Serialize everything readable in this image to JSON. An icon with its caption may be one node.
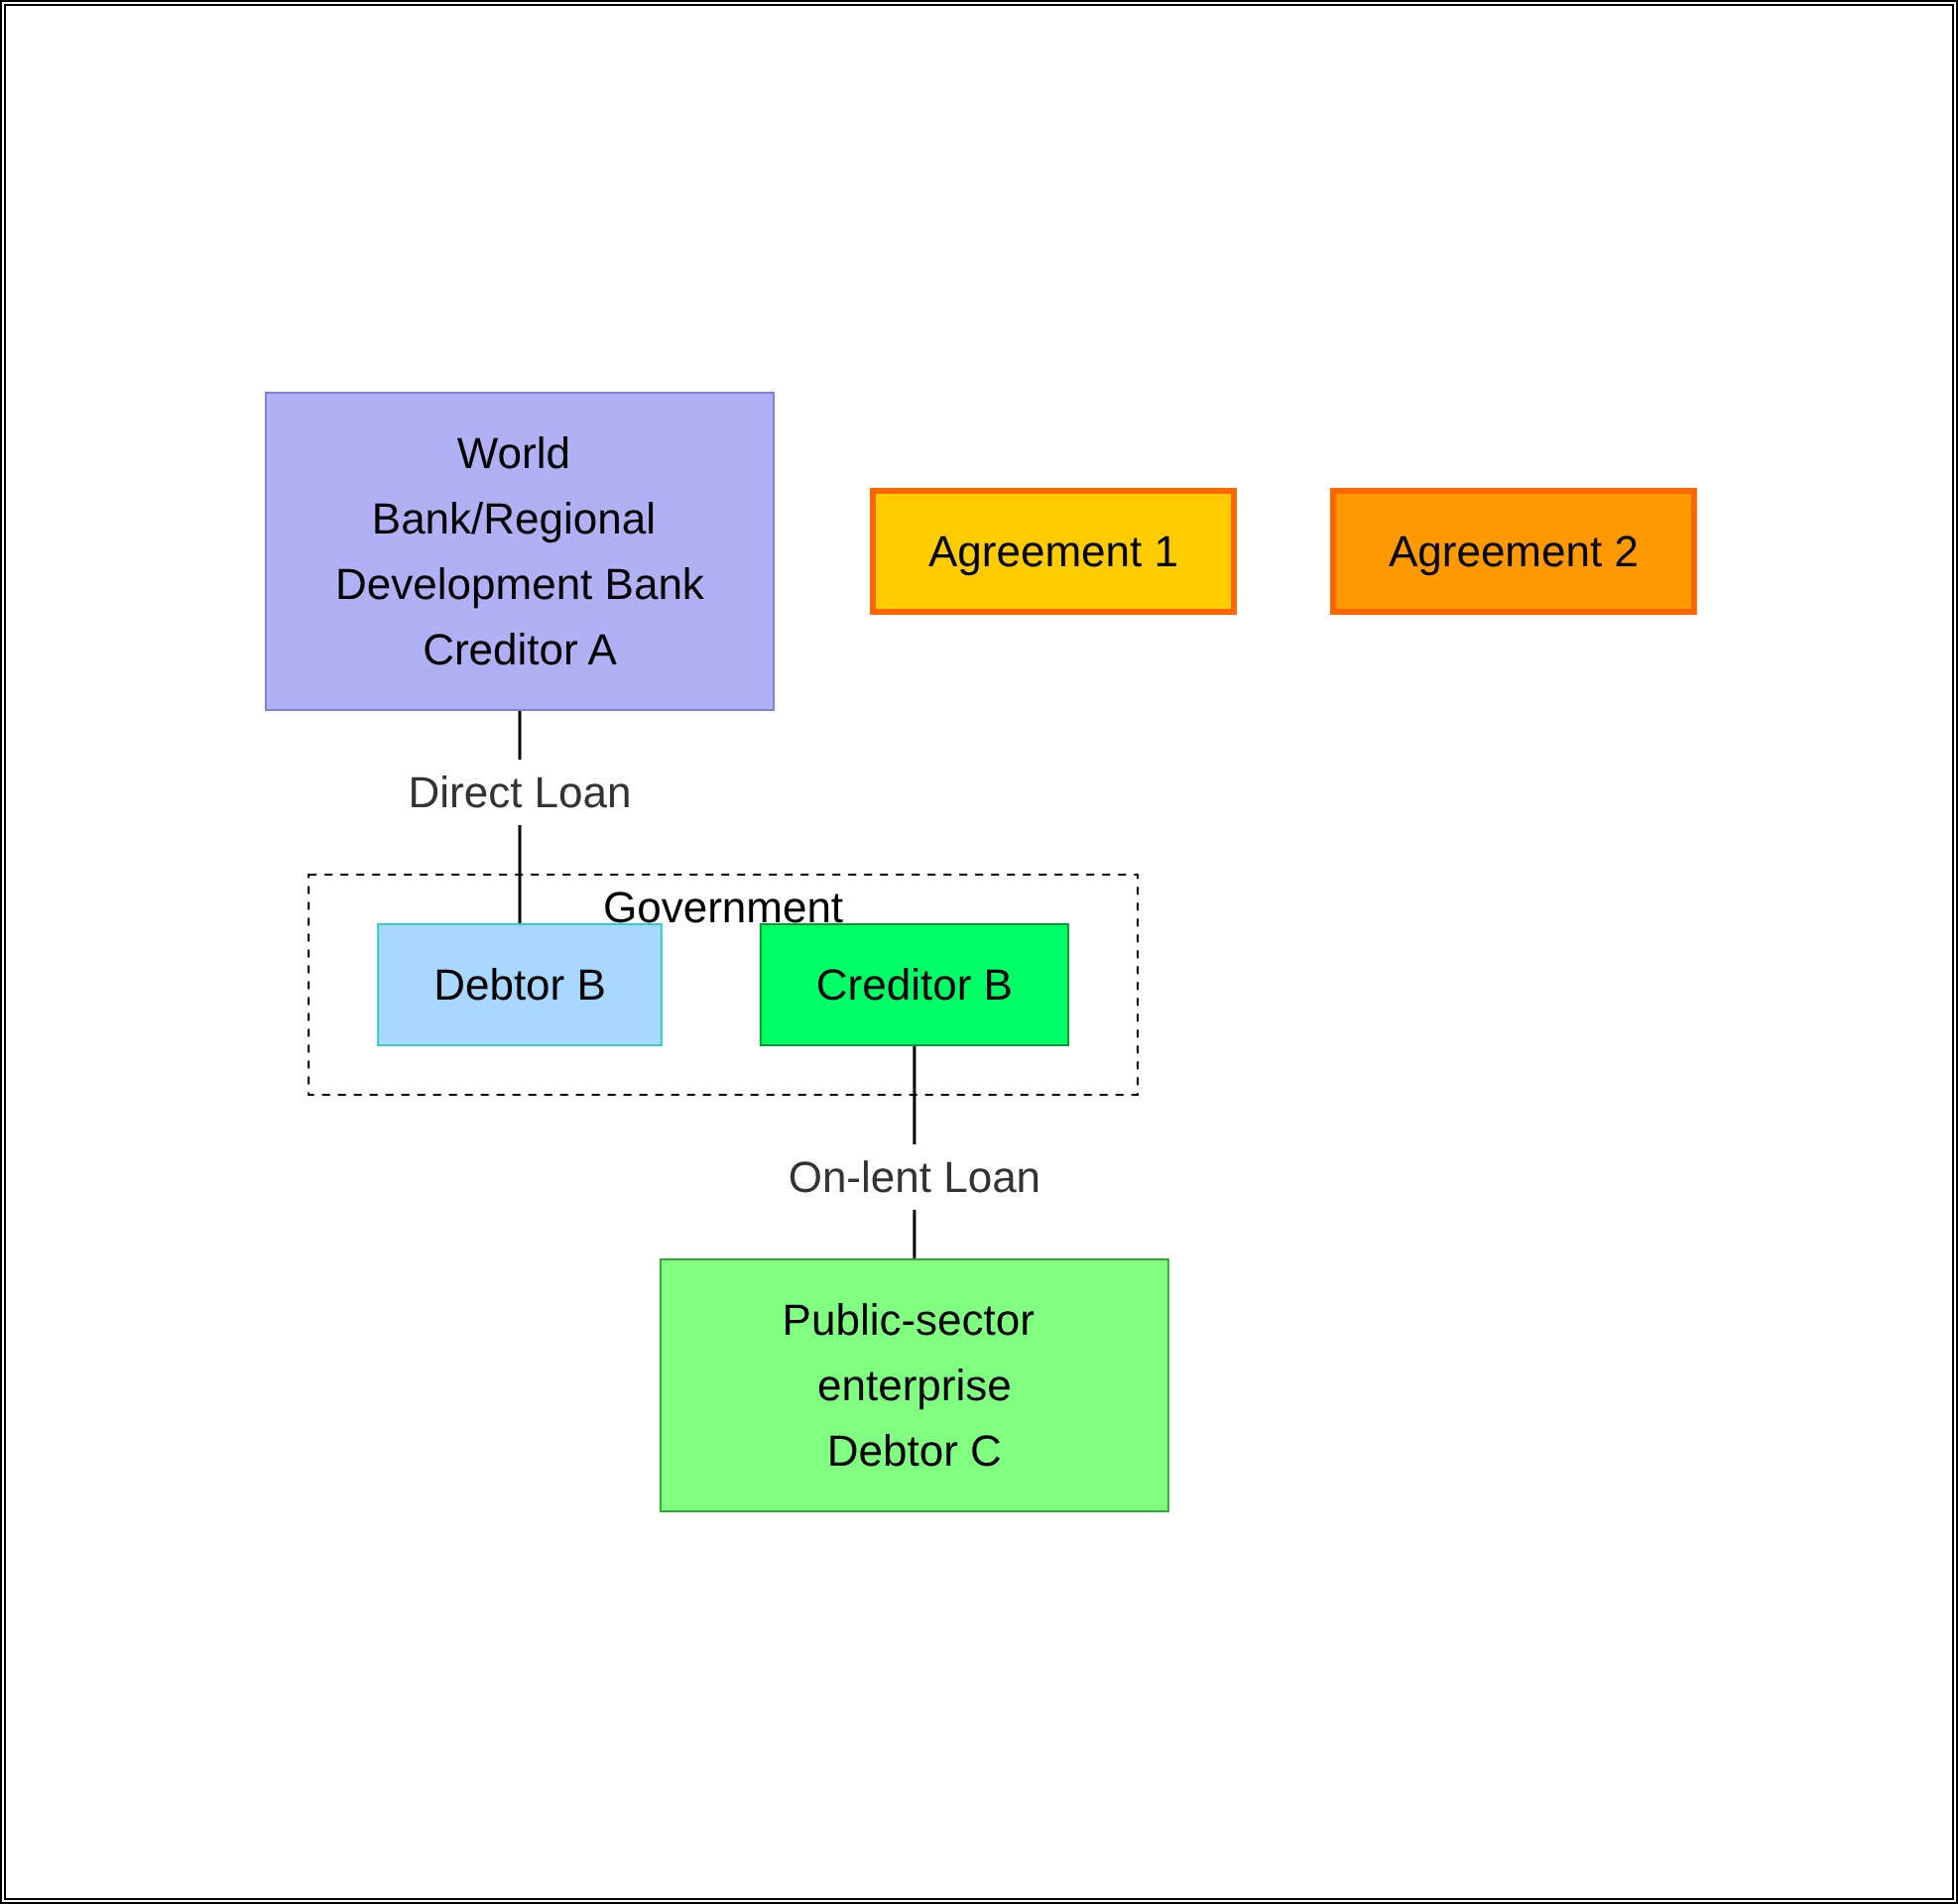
{
  "diagram": {
    "nodes": [
      {
        "text": [
          "World Bank/Regional Development Bank",
          "Creditor A"
        ]
      },
      {
        "text": [
          "Agreement 1"
        ]
      },
      {
        "text": [
          "Government"
        ]
      },
      {
        "text": [
          "Debtor B"
        ],
        "in": 2
      },
      {
        "text": [
          "Creditor B"
        ],
        "in": 2
      },
      {
        "text": [
          "Agreement 2"
        ]
      },
      {
        "text": [
          "Public-sector enterprise",
          "Debtor C"
        ]
      }
    ],
    "edges": [
      {
        "from": 0,
        "to": 3,
        "arrow": "none",
        "label": "Direct Loan"
      },
      {
        "from": 4,
        "to": 6,
        "arrow": "none",
        "label": "On-lent Loan"
      }
    ]
  }
}
